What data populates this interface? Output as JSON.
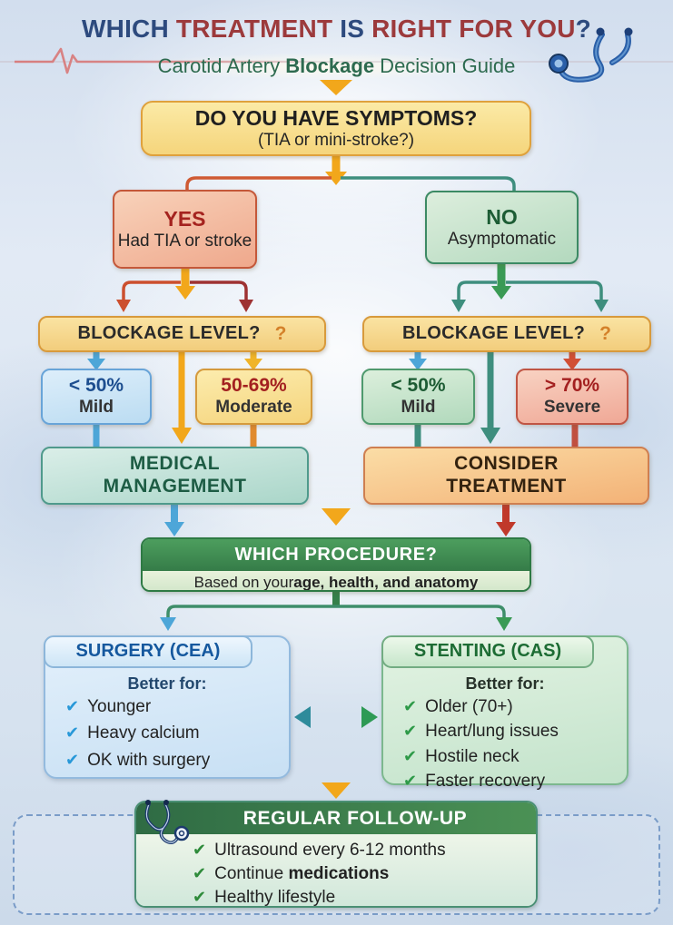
{
  "header": {
    "title_parts": [
      {
        "text": "WHICH "
      },
      {
        "text": "TREATMENT "
      },
      {
        "text": "IS "
      },
      {
        "text": "RIGHT "
      },
      {
        "text": "FOR YOU"
      },
      {
        "text": "?"
      }
    ],
    "subtitle_pre": "Carotid Artery ",
    "subtitle_bold": "Blockage",
    "subtitle_post": " Decision Guide"
  },
  "flow": {
    "symptoms": {
      "title": "DO YOU HAVE SYMPTOMS?",
      "subtitle": "(TIA or mini-stroke?)"
    },
    "yes_branch": {
      "label": "YES",
      "desc": "Had TIA or stroke"
    },
    "no_branch": {
      "label": "NO",
      "desc": "Asymptomatic"
    },
    "blockage_left": {
      "label": "BLOCKAGE LEVEL?",
      "hint": "?"
    },
    "blockage_right": {
      "label": "BLOCKAGE LEVEL?",
      "hint": "?"
    },
    "mild_left": {
      "value": "< 50%",
      "label": "Mild"
    },
    "moderate": {
      "value": "50-69%",
      "label": "Moderate"
    },
    "mild_right": {
      "value": "< 50%",
      "label": "Mild"
    },
    "severe": {
      "value": "> 70%",
      "label": "Severe"
    },
    "medical_management": {
      "line1": "MEDICAL",
      "line2": "MANAGEMENT"
    },
    "consider_treatment": {
      "line1": "CONSIDER",
      "line2": "TREATMENT"
    },
    "which_procedure": {
      "title": "WHICH PROCEDURE?",
      "subtitle_pre": "Based on your ",
      "subtitle_bold": "age, health, and anatomy"
    }
  },
  "surgery": {
    "title": "SURGERY (CEA)",
    "better_for": "Better for:",
    "items": [
      "Younger",
      "Heavy calcium",
      "OK with surgery"
    ]
  },
  "stenting": {
    "title": "STENTING (CAS)",
    "better_for": "Better for:",
    "items": [
      "Older (70+)",
      "Heart/lung issues",
      "Hostile neck",
      "Faster recovery"
    ]
  },
  "follow_up": {
    "title": "REGULAR FOLLOW-UP",
    "items": [
      {
        "pre": "Ultrasound every 6-12 months",
        "bold": ""
      },
      {
        "pre": "Continue ",
        "bold": "medications"
      },
      {
        "pre": "Healthy lifestyle",
        "bold": ""
      }
    ]
  },
  "icons": {
    "check": "✔",
    "stethoscope": "stethoscope-icon",
    "ekg": "heartbeat-line-icon"
  },
  "colors": {
    "title_navy": "#2d4a7e",
    "title_maroon": "#9c3a3c",
    "subtitle_green": "#2d6a4f",
    "arrow_orange": "#f2a71b",
    "arrow_blue": "#4da6d8",
    "arrow_teal": "#3e8e7e",
    "arrow_green": "#3a9a55",
    "arrow_red": "#c0392b",
    "arrow_yellow": "#f0b429",
    "yes_red": "#a5231f",
    "no_green": "#1c5c34"
  }
}
